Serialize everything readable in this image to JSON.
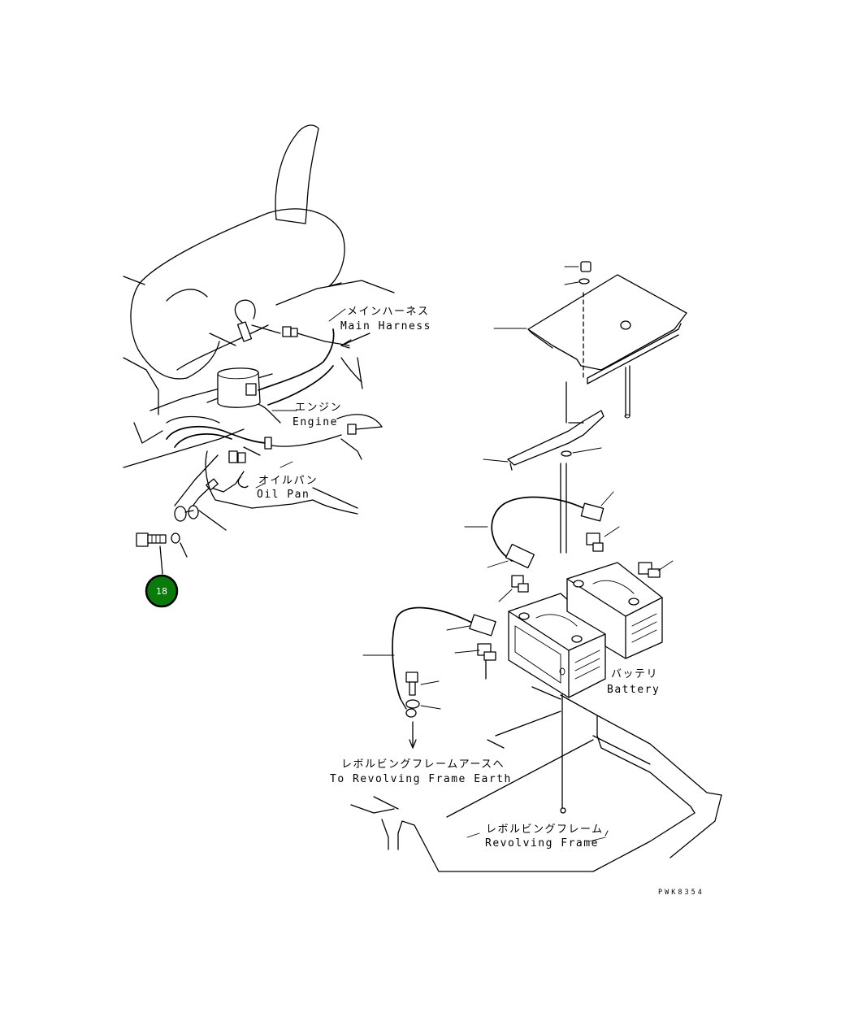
{
  "labels": {
    "main_harness_jp": "メインハーネス",
    "main_harness_en": "Main Harness",
    "engine_jp": "エンジン",
    "engine_en": "Engine",
    "oil_pan_jp": "オイルパン",
    "oil_pan_en": "Oil Pan",
    "battery_jp": "バッテリ",
    "battery_en": "Battery",
    "to_frame_earth_jp": "レボルビングフレームアースへ",
    "to_frame_earth_en": "To Revolving Frame Earth",
    "revolving_frame_jp": "レボルビングフレーム",
    "revolving_frame_en": "Revolving Frame",
    "drawing_code": "PWK8354"
  },
  "callout": {
    "number": "18",
    "color": "#0a7a0a",
    "border": "#000000"
  }
}
